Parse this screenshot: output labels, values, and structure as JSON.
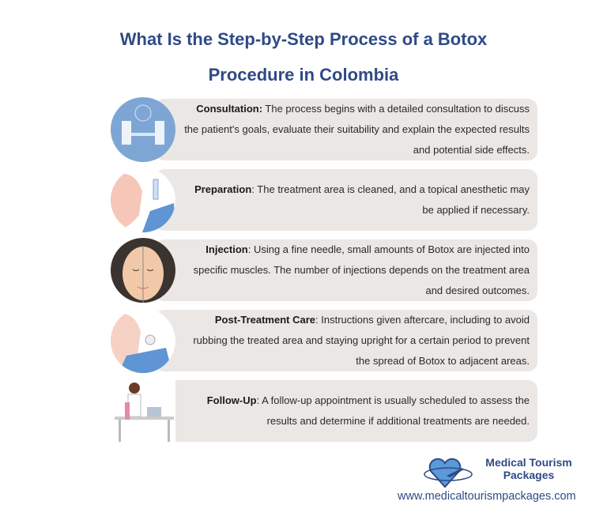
{
  "title": {
    "line1": "What Is the Step-by-Step Process of a Botox",
    "line2": "Procedure in Colombia"
  },
  "steps": [
    {
      "label": "Consultation:",
      "text": " The process begins with a detailed consultation to discuss the patient's goals, evaluate their suitability and explain the expected results and potential side effects.",
      "icon": "consultation-illustration"
    },
    {
      "label": "Preparation",
      "text": ": The treatment area is cleaned, and a topical anesthetic may be applied if necessary.",
      "icon": "preparation-illustration"
    },
    {
      "label": "Injection",
      "text": ": Using a fine needle, small amounts of Botox are injected into specific muscles. The number of injections depends on the treatment area and desired outcomes.",
      "icon": "injection-illustration"
    },
    {
      "label": "Post-Treatment Care",
      "text": ": Instructions given aftercare, including to avoid rubbing the treated area and staying upright for a certain period to prevent the spread of Botox to adjacent areas.",
      "icon": "aftercare-illustration"
    },
    {
      "label": "Follow-Up",
      "text": ": A follow-up appointment is usually scheduled to assess the results and determine if additional treatments are needed.",
      "icon": "doctor-desk-illustration"
    }
  ],
  "brand": {
    "line1": "Medical Tourism",
    "line2": "Packages",
    "url": "www.medicaltourismpackages.com"
  },
  "colors": {
    "title": "#2f4a86",
    "box": "#ebe7e4"
  }
}
